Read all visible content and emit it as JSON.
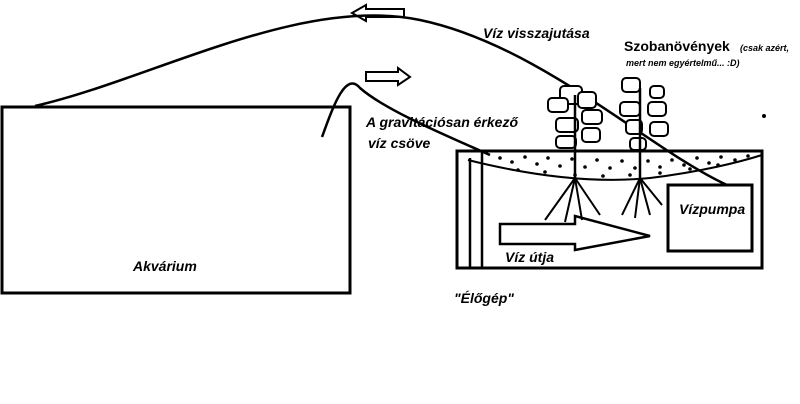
{
  "labels": {
    "aquarium": "Akvárium",
    "return_water": "Víz visszajutása",
    "gravity_pipe_line1": "A gravitációsan érkező",
    "gravity_pipe_line2": "víz csöve",
    "houseplants": "Szobanövények",
    "houseplants_note_line1": "(csak azért,",
    "houseplants_note_line2": "mert nem egyértelmű... :D)",
    "pump": "Vízpumpa",
    "water_path": "Víz útja",
    "biofilter": "\"Élőgép\""
  }
}
